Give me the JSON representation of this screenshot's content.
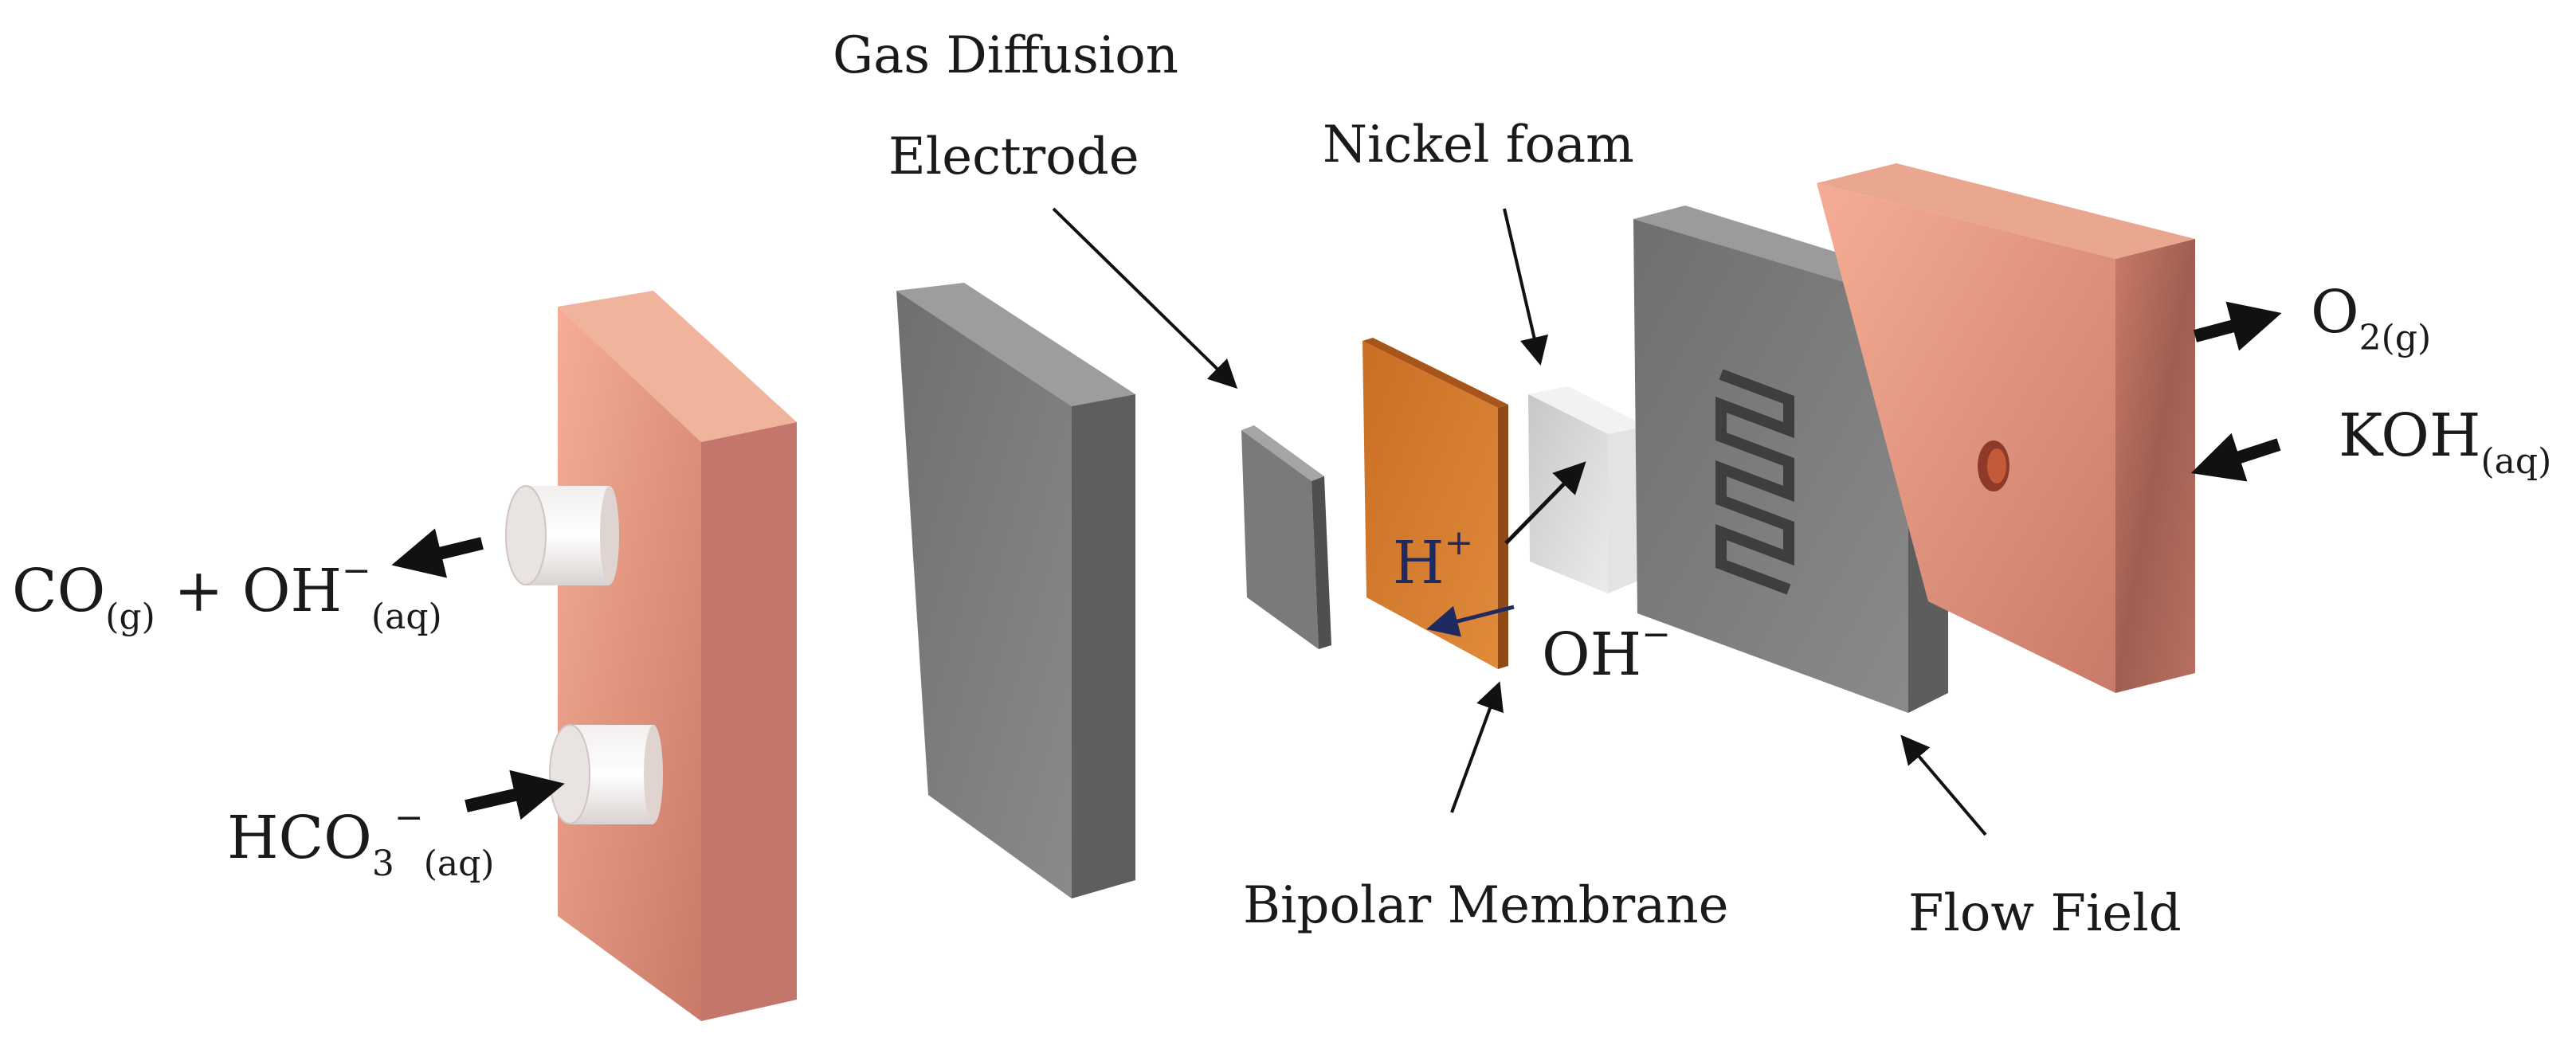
{
  "labels": {
    "gas_diffusion_line1": "Gas Diffusion",
    "gas_diffusion_line2": "Electrode",
    "nickel_foam": "Nickel foam",
    "bipolar_membrane": "Bipolar Membrane",
    "flow_field": "Flow Field"
  },
  "species": {
    "co_main": "CO",
    "co_sub": "(g)",
    "plus": " + OH",
    "oh_sup": "−",
    "oh_sub": "(aq)",
    "hco3_main": "HCO",
    "hco3_sub": "3",
    "hco3_sup": "−",
    "hco3_sub2": "(aq)",
    "o2_main": "O",
    "o2_sub": "2(g)",
    "koh_main": "KOH",
    "koh_sub": "(aq)",
    "h_main": "H",
    "h_sup": "+",
    "oh_mem_main": "OH",
    "oh_mem_sup": "−"
  },
  "colors": {
    "copper_light": "#f4a48c",
    "copper_mid": "#d98a74",
    "copper_dark": "#b4685a",
    "gray_face": "#7d7d7d",
    "gray_side": "#5c5c5c",
    "gray_top": "#9a9a9a",
    "membrane_orange": "#d77a2c",
    "foam_light": "#dcdcdc",
    "arrow_black": "#111111",
    "arrow_blue": "#1f2a60"
  }
}
